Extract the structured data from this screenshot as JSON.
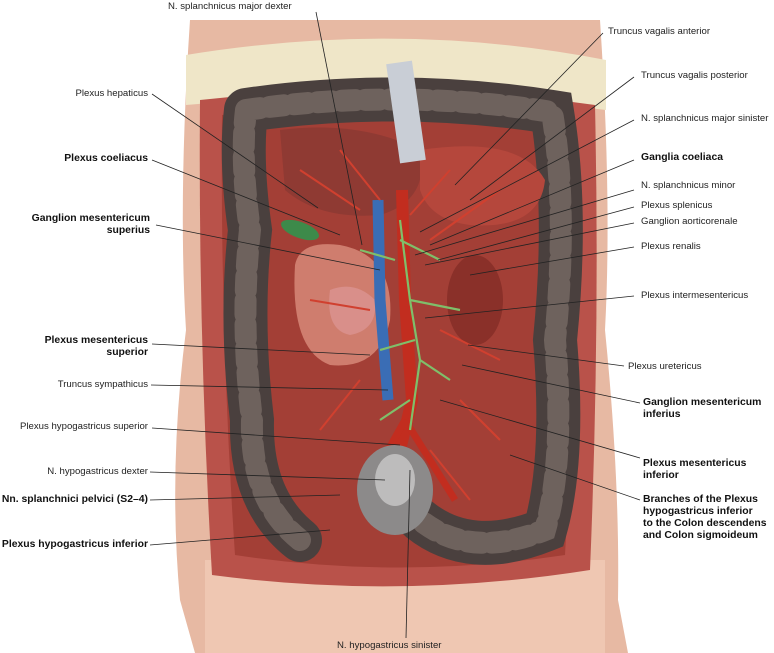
{
  "labels": {
    "splanchnicus_major_dexter": "N. splanchnicus major dexter",
    "truncus_vagalis_anterior": "Truncus vagalis anterior",
    "truncus_vagalis_posterior": "Truncus vagalis posterior",
    "plexus_hepaticus": "Plexus hepaticus",
    "splanchnicus_major_sinister": "N. splanchnicus major sinister",
    "plexus_coeliacus": "Plexus coeliacus",
    "ganglia_coeliaca": "Ganglia coeliaca",
    "splanchnicus_minor": "N. splanchnicus minor",
    "ganglion_mes_sup_1": "Ganglion mesentericum",
    "ganglion_mes_sup_2": "superius",
    "plexus_splenicus": "Plexus splenicus",
    "ganglion_aorticorenale": "Ganglion aorticorenale",
    "plexus_renalis": "Plexus renalis",
    "plexus_intermesentericus": "Plexus intermesentericus",
    "plexus_mes_sup_1": "Plexus mesentericus",
    "plexus_mes_sup_2": "superior",
    "plexus_uretericus": "Plexus uretericus",
    "truncus_sympathicus": "Truncus sympathicus",
    "ganglion_mes_inf_1": "Ganglion mesentericum",
    "ganglion_mes_inf_2": "inferius",
    "plexus_hypogastricus_superior": "Plexus hypogastricus superior",
    "plexus_mes_inf_1": "Plexus mesentericus",
    "plexus_mes_inf_2": "inferior",
    "hypogastricus_dexter": "N. hypogastricus dexter",
    "splanchnici_pelvici": "Nn. splanchnici pelvici (S2–4)",
    "branches_1": "Branches of the Plexus",
    "branches_2": "hypogastricus inferior",
    "branches_3": "to the Colon descendens",
    "branches_4": "and Colon sigmoideum",
    "plexus_hypogastricus_inferior": "Plexus hypogastricus inferior",
    "hypogastricus_sinister": "N. hypogastricus sinister"
  },
  "colors": {
    "skin": "#e7b9a3",
    "muscle": "#b9524a",
    "colon": "#4a403e",
    "fat": "#efe6c8",
    "artery": "#c22d1f",
    "vein": "#3a6db5",
    "nerve": "#7fbf6a",
    "organ": "#cf7d6e"
  }
}
